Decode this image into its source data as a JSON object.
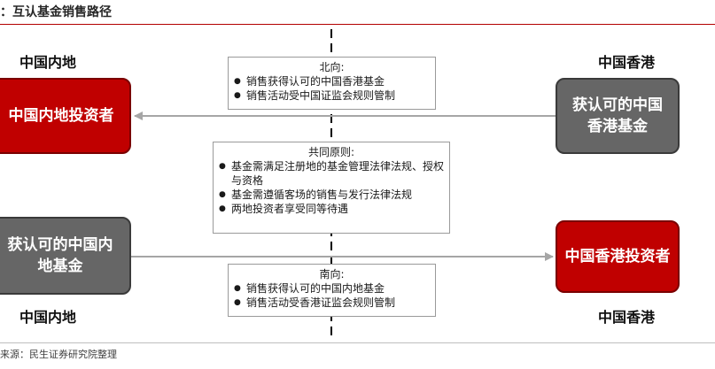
{
  "title": "：互认基金销售路径",
  "source": "来源：民生证券研究院整理",
  "regions": {
    "top_left": "中国内地",
    "top_right": "中国香港",
    "bottom_left": "中国内地",
    "bottom_right": "中国香港"
  },
  "boxes": {
    "mainland_investors": "中国内地投资者",
    "hk_fund": "获认可的中国香港基金",
    "mainland_fund": "获认可的中国内地基金",
    "hk_investors": "中国香港投资者"
  },
  "northbound": {
    "head": "北向:",
    "items": [
      "销售获得认可的中国香港基金",
      "销售活动受中国证监会规则管制"
    ]
  },
  "common": {
    "head": "共同原则:",
    "items": [
      "基金需满足注册地的基金管理法律法规、授权与资格",
      "基金需遵循客场的销售与发行法律法规",
      "两地投资者享受同等待遇"
    ]
  },
  "southbound": {
    "head": "南向:",
    "items": [
      "销售获得认可的中国内地基金",
      "销售活动受香港证监会规则管制"
    ]
  },
  "colors": {
    "red": "#c00000",
    "gray": "#666666",
    "arrow": "#a6a6a6"
  }
}
